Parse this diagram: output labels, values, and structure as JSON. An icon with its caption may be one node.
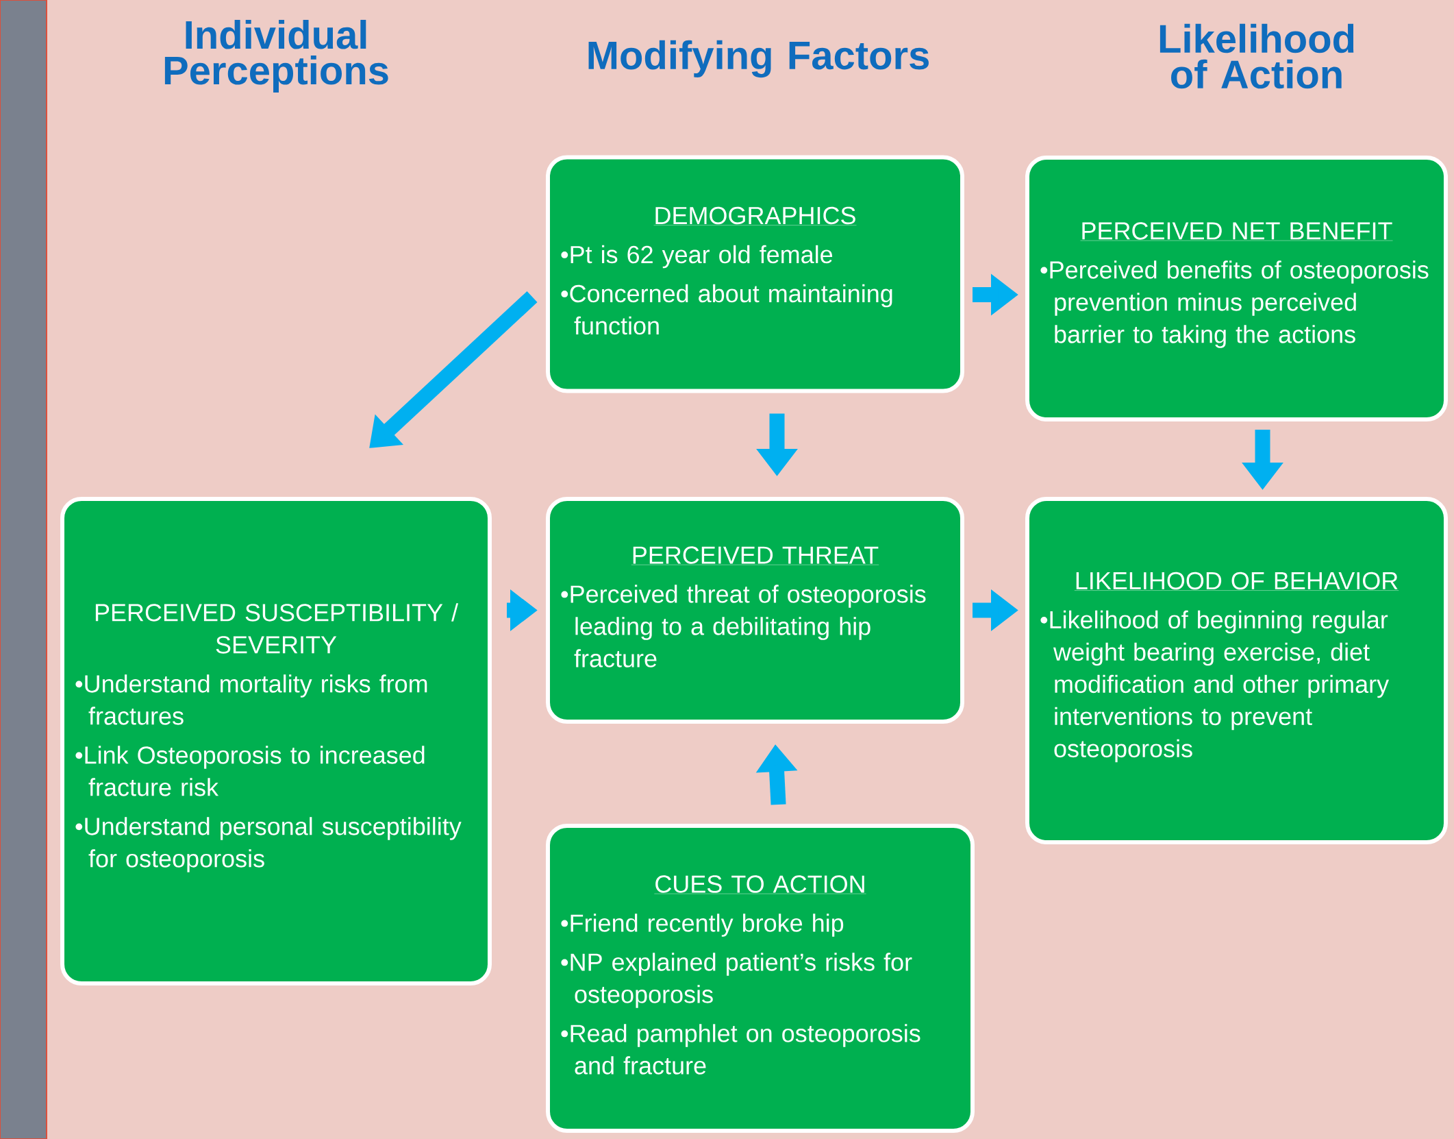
{
  "diagram": {
    "nodes": [
      {
        "text": [
          "DEMOGRAPHICS",
          "•Pt is 62 year old female",
          "•Concerned about maintaining function"
        ]
      },
      {
        "text": [
          "PERCEIVED NET BENEFIT",
          "•Perceived benefits of osteoporosis prevention minus perceived barrier to taking the actions"
        ]
      },
      {
        "text": [
          "PERCEIVED SUSCEPTIBILITY / SEVERITY",
          "•Understand mortality risks from fractures",
          "•Link Osteoporosis to increased  fracture risk",
          "•Understand personal susceptibility for osteoporosis"
        ]
      },
      {
        "text": [
          "PERCEIVED THREAT",
          "•Perceived threat of osteoporosis leading to a debilitating hip fracture"
        ]
      },
      {
        "text": [
          "LIKELIHOOD OF BEHAVIOR",
          "•Likelihood of beginning regular weight bearing exercise, diet modification and other primary interventions to prevent osteoporosis"
        ]
      },
      {
        "text": [
          "CUES TO ACTION",
          "•Friend recently broke hip",
          "•NP explained patient’s risks for osteoporosis",
          "•Read pamphlet on osteoporosis and fracture"
        ]
      }
    ],
    "edges": [
      {
        "from": 0,
        "to": 2,
        "arrow": "to"
      },
      {
        "from": 0,
        "to": 1,
        "arrow": "to"
      },
      {
        "from": 0,
        "to": 3,
        "arrow": "to"
      },
      {
        "from": 1,
        "to": 4,
        "arrow": "to"
      },
      {
        "from": 2,
        "to": 3,
        "arrow": "to"
      },
      {
        "from": 3,
        "to": 4,
        "arrow": "to"
      },
      {
        "from": 5,
        "to": 3,
        "arrow": "to"
      }
    ],
    "labels": [
      "Individual Perceptions",
      "Modifying Factors",
      "Likelihood of Action"
    ]
  }
}
